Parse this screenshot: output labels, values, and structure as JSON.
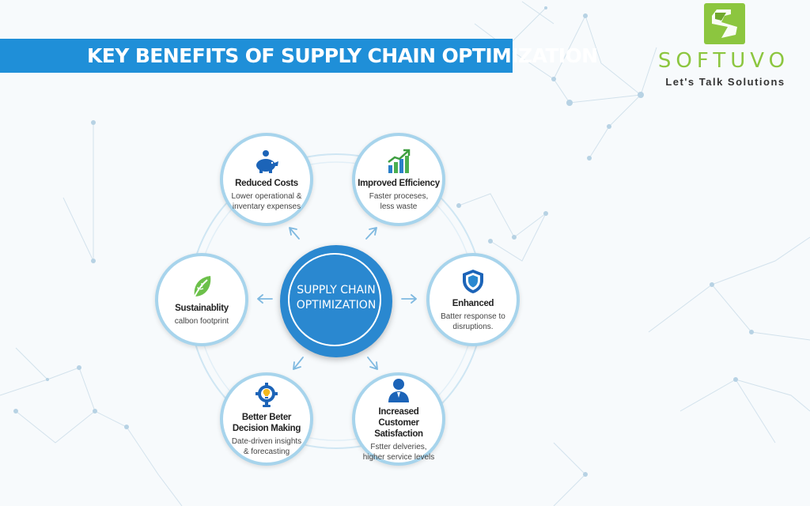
{
  "header": {
    "title": "KEY BENEFITS OF SUPPLY CHAIN OPTIMIZATION"
  },
  "logo": {
    "name": "SOFTUVO",
    "tagline": "Let's Talk Solutions",
    "colors": {
      "green": "#8cc63f",
      "dark": "#333333"
    }
  },
  "hub": {
    "line1": "SUPPLY CHAIN",
    "line2": "OPTIMIZATION",
    "color": "#2a88d0"
  },
  "benefits": [
    {
      "title": "Reduced Costs",
      "desc1": "Lower operational &",
      "desc2": "inventary expenses",
      "icon": "piggy-bank-icon"
    },
    {
      "title": "Improved Efficiency",
      "desc1": "Faster proceses,",
      "desc2": "less waste",
      "icon": "growth-chart-icon"
    },
    {
      "title": "Enhanced",
      "desc1": "Batter response to",
      "desc2": "disruptions.",
      "icon": "shield-icon"
    },
    {
      "title": "Increased",
      "title2": "Customer Satisfaction",
      "desc1": "Fstter delveries,",
      "desc2": "higher service levels",
      "icon": "customer-icon"
    },
    {
      "title": "Better Beter",
      "title2": "Decision Making",
      "desc1": "Date-driven insights",
      "desc2": "& forecasting",
      "icon": "gear-bulb-icon"
    },
    {
      "title": "Sustainablity",
      "desc1": "calbon footprint",
      "icon": "leaf-icon"
    }
  ],
  "colors": {
    "ring": "#a7d4ec",
    "banner": "#1f8fd8",
    "arrow": "#7fb9e0"
  }
}
